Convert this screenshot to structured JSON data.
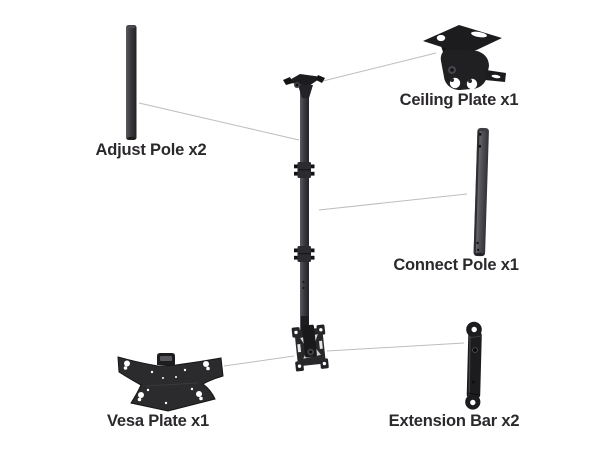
{
  "diagram": {
    "type": "product-parts-diagram",
    "subject": "tv-ceiling-mount-kit",
    "colors": {
      "background": "#ffffff",
      "text": "#2b292c",
      "callout_line": "#bdbdbd",
      "part_dark": "#1c1c1e",
      "part_plate": "#2b2a2d",
      "pole_mid": "#3a3a3f"
    },
    "parts": [
      {
        "name": "adjust-pole",
        "label": "Adjust Pole x2"
      },
      {
        "name": "ceiling-plate",
        "label": "Ceiling Plate x1"
      },
      {
        "name": "connect-pole",
        "label": "Connect Pole x1"
      },
      {
        "name": "vesa-plate",
        "label": "Vesa Plate x1"
      },
      {
        "name": "extension-bar",
        "label": "Extension Bar x2"
      }
    ]
  }
}
